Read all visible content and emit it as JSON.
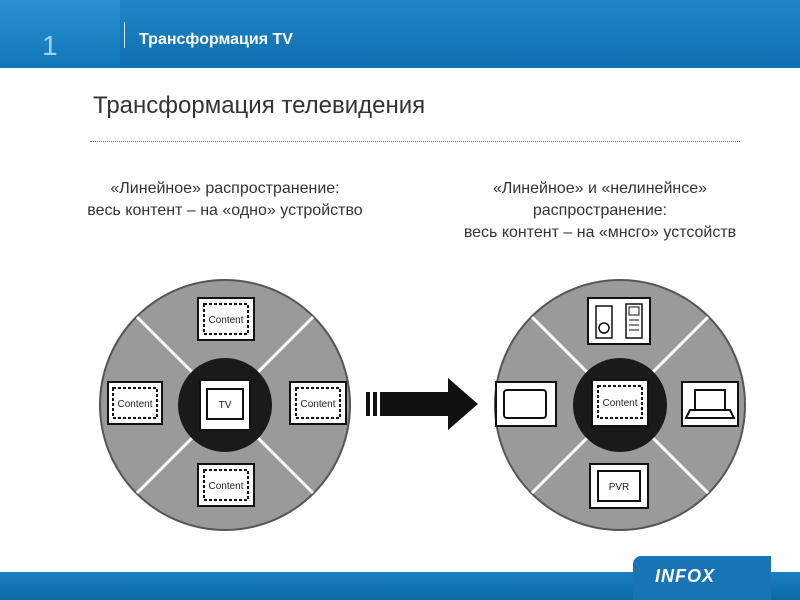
{
  "header": {
    "slide_number": "1",
    "title": "Трансформация TV"
  },
  "slide": {
    "title": "Трансформация телевидения",
    "left_caption_line1": "«Линейное» распространение:",
    "left_caption_line2": "весь контент – на «одно» устройство",
    "right_caption_line1": "«Линейное» и «нелинейнсе»",
    "right_caption_line2": "распространение:",
    "right_caption_line3": "весь контент – на «мнсго» устсойств"
  },
  "left_wheel": {
    "center_label": "TV",
    "top_label": "Content",
    "left_label": "Content",
    "right_label": "Content",
    "bottom_label": "Content"
  },
  "right_wheel": {
    "center_label": "Content",
    "bottom_label": "PVR"
  },
  "footer": {
    "logo": "INFOX"
  }
}
